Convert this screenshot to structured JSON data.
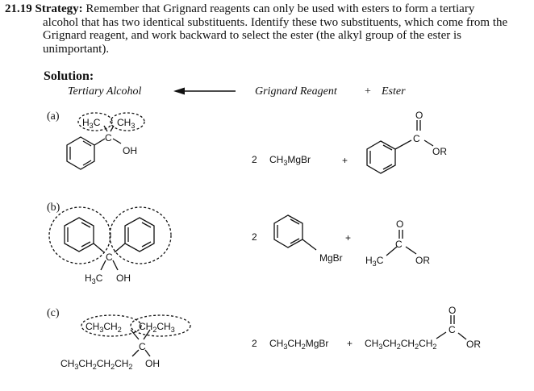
{
  "problem": {
    "number": "21.19",
    "strategy_label": "Strategy:",
    "strategy_line1": " Remember that Grignard reagents can only be used with esters to form a tertiary",
    "strategy_rest": "alcohol that has two identical substituents. Identify these two substituents, which come from the Grignard reagent, and work backward to select the ester (the alkyl group of the ester is unimportant)."
  },
  "solution": {
    "heading": "Solution:",
    "col_alcohol": "Tertiary Alcohol",
    "col_grignard": "Grignard Reagent",
    "plus": "+",
    "col_ester": "Ester"
  },
  "parts": {
    "a": {
      "label": "(a)",
      "substituent1": "H3C",
      "substituent2": "CH3",
      "center": "C",
      "oh": "OH",
      "coef": "2",
      "grignard": "CH3MgBr",
      "plus": "+",
      "ester_o": "O",
      "ester_c": "C",
      "ester_or": "OR"
    },
    "b": {
      "label": "(b)",
      "center": "C",
      "methyl": "H3C",
      "oh": "OH",
      "coef": "2",
      "mgbr": "MgBr",
      "plus": "+",
      "ester_methyl": "H3C",
      "ester_o": "O",
      "ester_c": "C",
      "ester_or": "OR"
    },
    "c": {
      "label": "(c)",
      "substituent1": "CH3CH2",
      "substituent2": "CH2CH3",
      "center": "C",
      "chain": "CH3CH2CH2CH2",
      "oh": "OH",
      "coef": "2",
      "grignard": "CH3CH2MgBr",
      "plus": "+",
      "ester_chain": "CH3CH2CH2CH2",
      "ester_o": "O",
      "ester_c": "C",
      "ester_or": "OR"
    }
  }
}
